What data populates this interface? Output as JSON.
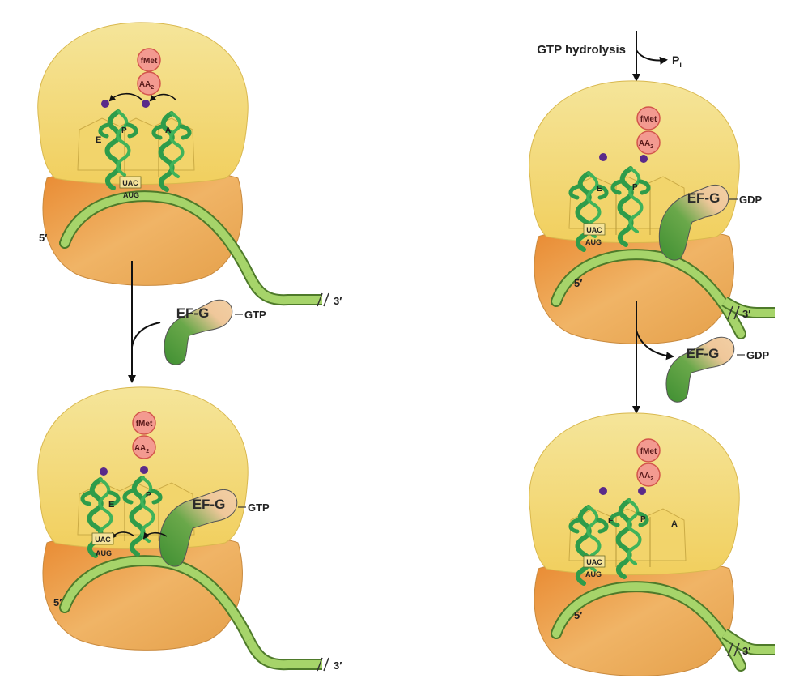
{
  "labels": {
    "fmet": "fMet",
    "aa2_main": "AA",
    "aa2_sub": "2",
    "site_e": "E",
    "site_p": "P",
    "site_a": "A",
    "anticodon": "UAC",
    "codon": "AUG",
    "five_prime": "5′",
    "three_prime": "3′",
    "efg": "EF-G",
    "gtp": "GTP",
    "gdp": "GDP",
    "gtp_hydrolysis": "GTP hydrolysis",
    "pi_main": "P",
    "pi_sub": "i"
  },
  "colors": {
    "large_subunit": "#f7e48f",
    "small_subunit": "#e9a34a",
    "trna": "#2e9c4a",
    "mrna": "#9fd36a",
    "amino_acid": "#f39a90",
    "efg": "#efc79a",
    "efg_tail": "#4f9a3a"
  }
}
